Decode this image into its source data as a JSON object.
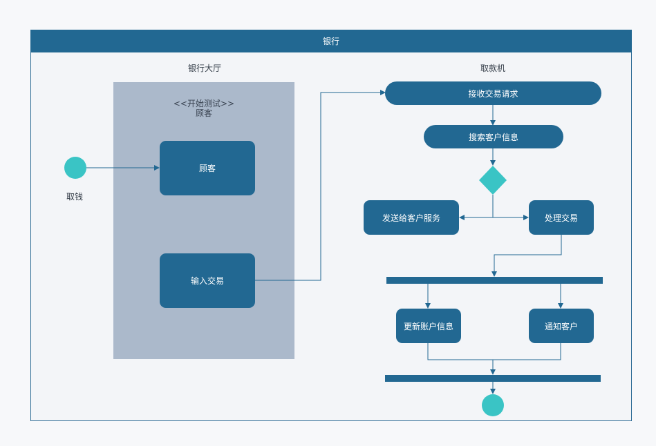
{
  "diagram": {
    "title": "银行",
    "lanes": {
      "hall": "银行大厅",
      "atm": "取款机"
    },
    "stereotype": {
      "line1": "<<开始测试>>",
      "line2": "顾客"
    },
    "start_label": "取钱",
    "nodes": {
      "customer": "顾客",
      "enter_transaction": "输入交易",
      "receive_request": "接收交易请求",
      "search_customer": "搜索客户信息",
      "send_to_service": "发送给客户服务",
      "process_transaction": "处理交易",
      "update_account": "更新账户信息",
      "notify_customer": "通知客户"
    },
    "colors": {
      "primary": "#226892",
      "accent": "#3ac4c5",
      "lane": "#abb9cb"
    }
  }
}
